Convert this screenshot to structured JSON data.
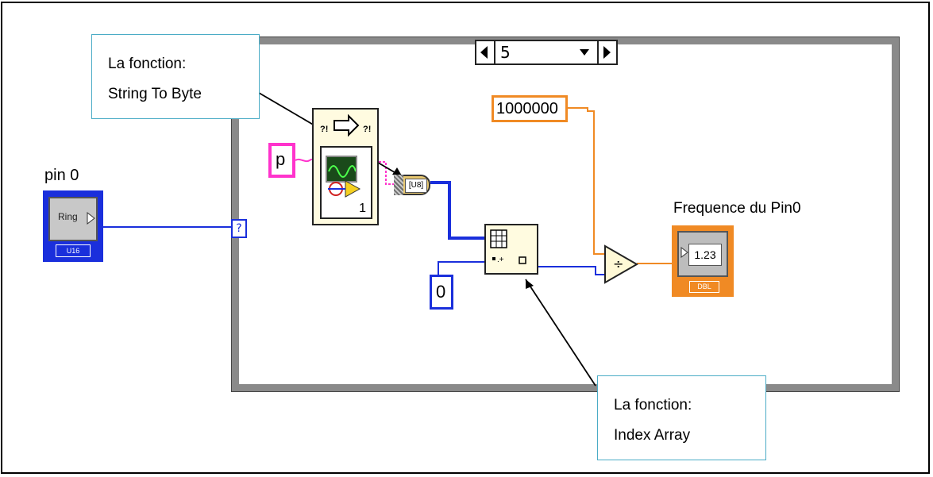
{
  "case_selector": {
    "value": "5"
  },
  "callouts": [
    {
      "line1": "La fonction:",
      "line2": "String To Byte"
    },
    {
      "line1": "La fonction:",
      "line2": "Index Array"
    }
  ],
  "controls": {
    "pin0_label": "pin 0",
    "pin0_ring_text": "Ring",
    "pin0_type": "U16"
  },
  "constants": {
    "string_p": "p",
    "num_1000000": "1000000",
    "num_zero": "0"
  },
  "subvi": {
    "count": "1"
  },
  "string_to_byte": {
    "type_label": "[U8]"
  },
  "indicator": {
    "label": "Frequence  du Pin0",
    "value": "1.23",
    "type": "DBL"
  },
  "tunnel": {
    "symbol": "?"
  },
  "colors": {
    "u16_wire": "#1a2fdc",
    "string_wire": "#ff33cc",
    "dbl_wire": "#f08a24",
    "callout_border": "#4bacc6"
  }
}
